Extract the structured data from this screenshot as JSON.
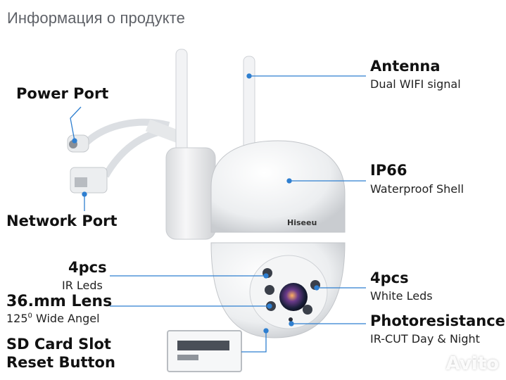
{
  "header": {
    "title": "Информация о продукте"
  },
  "labels": {
    "power_port": "Power Port",
    "network_port": "Network Port",
    "antenna_title": "Antenna",
    "antenna_sub": "Dual WIFI signal",
    "ip66_title": "IP66",
    "ip66_sub": "Waterproof Shell",
    "ir_title": "4pcs",
    "ir_sub": "IR Leds",
    "lens_title": "36.mm Lens",
    "lens_sub_a": "125",
    "lens_sub_sup": "0",
    "lens_sub_b": " Wide Angel",
    "white_title": "4pcs",
    "white_sub": "White Leds",
    "photo_title": "Photoresistance",
    "photo_sub": "IR-CUT Day & Night",
    "sd_title": "SD Card Slot",
    "reset_title": "Reset Button"
  },
  "brand": "Hiseeu",
  "watermark": "Avito",
  "colors": {
    "pointer": "#2f7fd0",
    "title": "#5f6268"
  }
}
